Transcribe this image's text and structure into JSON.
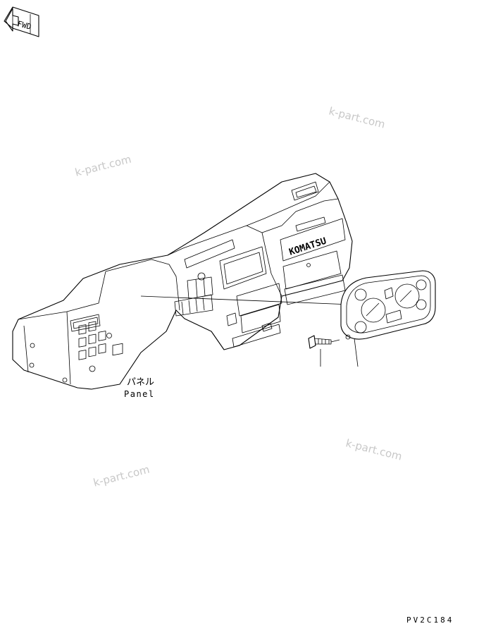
{
  "direction_badge": {
    "text": "FWD",
    "icon": "arrow-left-icon"
  },
  "watermarks": [
    "k-part.com",
    "k-part.com",
    "k-part.com",
    "k-part.com"
  ],
  "labels": {
    "panel_jp": "パネル",
    "panel_en": "Panel"
  },
  "brand_text": "KOMATSU",
  "figure_code": "PV2C184",
  "colors": {
    "line": "#000000",
    "watermark": "#c8c8c8",
    "background": "#ffffff"
  }
}
